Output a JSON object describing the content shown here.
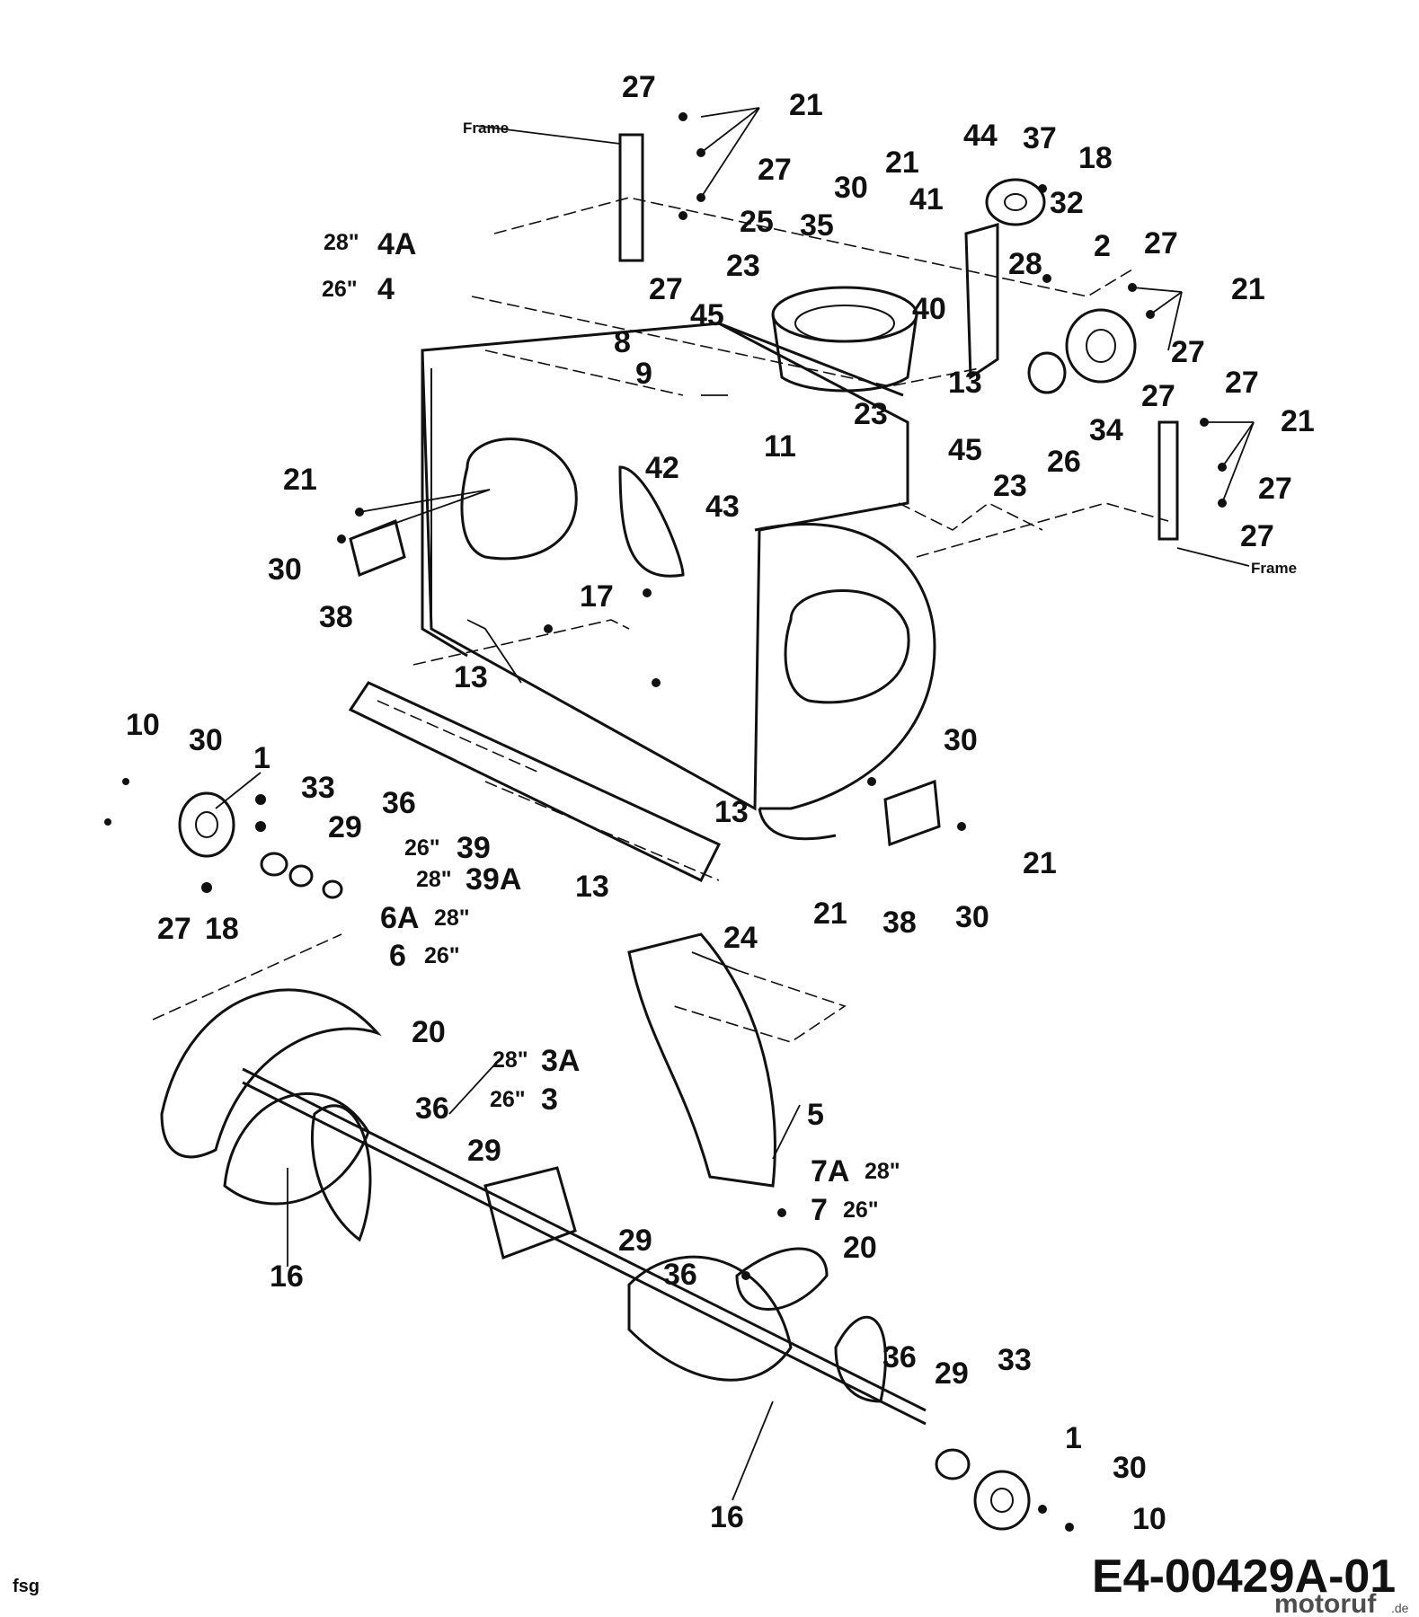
{
  "diagram": {
    "drawing_number": "E4-00429A-01",
    "footer_left": "fsg",
    "watermark": {
      "main": "motoruf",
      "suffix": ".de",
      "color": "#1f5fa8"
    },
    "frame_labels": [
      "Frame",
      "Frame"
    ],
    "size_labels": {
      "s28_4A": "28\"",
      "s26_4": "26\"",
      "s26_39": "26\"",
      "s28_39A": "28\"",
      "s28_6A": "28\"",
      "s26_6": "26\"",
      "s28_3A": "28\"",
      "s26_3": "26\"",
      "s28_7A": "28\"",
      "s26_7": "26\""
    },
    "callouts": {
      "c27a": "27",
      "c21a": "21",
      "c27b": "27",
      "c27c": "27",
      "c44": "44",
      "c37": "37",
      "c18a": "18",
      "c21b": "21",
      "c30a": "30",
      "c41": "41",
      "c32": "32",
      "c35": "35",
      "c25": "25",
      "c4A": "4A",
      "c4": "4",
      "c23a": "23",
      "c28": "28",
      "c2": "2",
      "c27d": "27",
      "c21c": "21",
      "c45a": "45",
      "c40": "40",
      "c27e": "27",
      "c8": "8",
      "c9": "9",
      "c13a": "13",
      "c27f": "27",
      "c34": "34",
      "c27g": "27",
      "c23b": "23",
      "c21d": "21",
      "c11": "11",
      "c45b": "45",
      "c26": "26",
      "c42": "42",
      "c23c": "23",
      "c27h": "27",
      "c43": "43",
      "c21e": "21",
      "c27i": "27",
      "c30b": "30",
      "c38a": "38",
      "c17": "17",
      "c13b": "13",
      "c10a": "10",
      "c30c": "30",
      "c1a": "1",
      "c33a": "33",
      "c29a": "29",
      "c36a": "36",
      "c39": "39",
      "c39A": "39A",
      "c13c": "13",
      "c13d": "13",
      "c30d": "30",
      "c21f": "21",
      "c21g": "21",
      "c38b": "38",
      "c30e": "30",
      "c27j": "27",
      "c18b": "18",
      "c6A": "6A",
      "c6": "6",
      "c24": "24",
      "c20a": "20",
      "c3A": "3A",
      "c3": "3",
      "c5": "5",
      "c36b": "36",
      "c29b": "29",
      "c7A": "7A",
      "c7": "7",
      "c20b": "20",
      "c29c": "29",
      "c36c": "36",
      "c16a": "16",
      "c36d": "36",
      "c29d": "29",
      "c33b": "33",
      "c1b": "1",
      "c30f": "30",
      "c10b": "10",
      "c16b": "16"
    }
  }
}
